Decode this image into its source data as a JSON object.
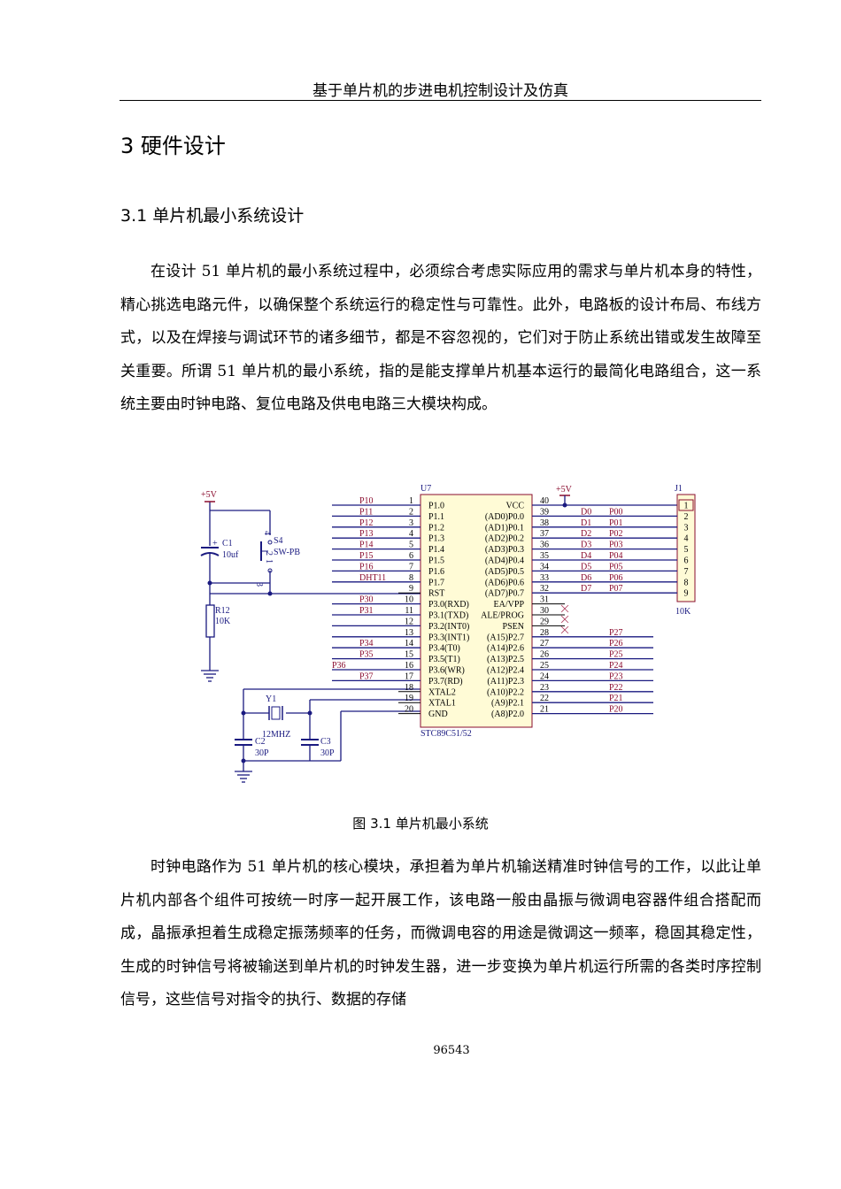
{
  "header": {
    "title": "基于单片机的步进电机控制设计及仿真"
  },
  "heading1": "3 硬件设计",
  "heading2": "3.1 单片机最小系统设计",
  "paragraph1": "在设计 51 单片机的最小系统过程中，必须综合考虑实际应用的需求与单片机本身的特性，精心挑选电路元件，以确保整个系统运行的稳定性与可靠性。此外，电路板的设计布局、布线方式，以及在焊接与调试环节的诸多细节，都是不容忽视的，它们对于防止系统出错或发生故障至关重要。所谓 51 单片机的最小系统，指的是能支撑单片机基本运行的最简化电路组合，这一系统主要由时钟电路、复位电路及供电电路三大模块构成。",
  "figure": {
    "caption": "图 3.1 单片机最小系统",
    "chip": {
      "ref": "U7",
      "part": "STC89C51/52",
      "left_pins": [
        {
          "num": "1",
          "name": "P1.0",
          "net": "P10"
        },
        {
          "num": "2",
          "name": "P1.1",
          "net": "P11"
        },
        {
          "num": "3",
          "name": "P1.2",
          "net": "P12"
        },
        {
          "num": "4",
          "name": "P1.3",
          "net": "P13"
        },
        {
          "num": "5",
          "name": "P1.4",
          "net": "P14"
        },
        {
          "num": "6",
          "name": "P1.5",
          "net": "P15"
        },
        {
          "num": "7",
          "name": "P1.6",
          "net": "P16"
        },
        {
          "num": "8",
          "name": "P1.7",
          "net": "DHT11"
        },
        {
          "num": "9",
          "name": "RST",
          "net": ""
        },
        {
          "num": "10",
          "name": "P3.0(RXD)",
          "net": "P30"
        },
        {
          "num": "11",
          "name": "P3.1(TXD)",
          "net": "P31"
        },
        {
          "num": "12",
          "name": "P3.2(INT0)",
          "net": ""
        },
        {
          "num": "13",
          "name": "P3.3(INT1)",
          "net": ""
        },
        {
          "num": "14",
          "name": "P3.4(T0)",
          "net": "P34"
        },
        {
          "num": "15",
          "name": "P3.5(T1)",
          "net": "P35"
        },
        {
          "num": "16",
          "name": "P3.6(WR)",
          "net": "P36"
        },
        {
          "num": "17",
          "name": "P3.7(RD)",
          "net": "P37"
        },
        {
          "num": "18",
          "name": "XTAL2",
          "net": ""
        },
        {
          "num": "19",
          "name": "XTAL1",
          "net": ""
        },
        {
          "num": "20",
          "name": "GND",
          "net": ""
        }
      ],
      "right_pins": [
        {
          "num": "40",
          "name": "VCC",
          "d": "",
          "net": ""
        },
        {
          "num": "39",
          "name": "(AD0)P0.0",
          "d": "D0",
          "net": "P00"
        },
        {
          "num": "38",
          "name": "(AD1)P0.1",
          "d": "D1",
          "net": "P01"
        },
        {
          "num": "37",
          "name": "(AD2)P0.2",
          "d": "D2",
          "net": "P02"
        },
        {
          "num": "36",
          "name": "(AD3)P0.3",
          "d": "D3",
          "net": "P03"
        },
        {
          "num": "35",
          "name": "(AD4)P0.4",
          "d": "D4",
          "net": "P04"
        },
        {
          "num": "34",
          "name": "(AD5)P0.5",
          "d": "D5",
          "net": "P05"
        },
        {
          "num": "33",
          "name": "(AD6)P0.6",
          "d": "D6",
          "net": "P06"
        },
        {
          "num": "32",
          "name": "(AD7)P0.7",
          "d": "D7",
          "net": "P07"
        },
        {
          "num": "31",
          "name": "EA/VPP",
          "d": "",
          "net": ""
        },
        {
          "num": "30",
          "name": "ALE/PROG",
          "d": "",
          "net": ""
        },
        {
          "num": "29",
          "name": "PSEN",
          "d": "",
          "net": ""
        },
        {
          "num": "28",
          "name": "(A15)P2.7",
          "d": "",
          "net": "P27"
        },
        {
          "num": "27",
          "name": "(A14)P2.6",
          "d": "",
          "net": "P26"
        },
        {
          "num": "26",
          "name": "(A13)P2.5",
          "d": "",
          "net": "P25"
        },
        {
          "num": "25",
          "name": "(A12)P2.4",
          "d": "",
          "net": "P24"
        },
        {
          "num": "24",
          "name": "(A11)P2.3",
          "d": "",
          "net": "P23"
        },
        {
          "num": "23",
          "name": "(A10)P2.2",
          "d": "",
          "net": "P22"
        },
        {
          "num": "22",
          "name": "(A9)P2.1",
          "d": "",
          "net": "P21"
        },
        {
          "num": "21",
          "name": "(A8)P2.0",
          "d": "",
          "net": "P20"
        }
      ]
    },
    "connector": {
      "ref": "J1",
      "value": "10K",
      "pins": [
        "1",
        "2",
        "3",
        "4",
        "5",
        "6",
        "7",
        "8",
        "9"
      ]
    },
    "power_label": "+5V",
    "c1": {
      "ref": "C1",
      "value": "10uf",
      "plus": "+"
    },
    "s4": {
      "ref": "S4",
      "value": "SW-PB",
      "pins": [
        "4",
        "1",
        "2",
        "3"
      ]
    },
    "r12": {
      "ref": "R12",
      "value": "10K"
    },
    "y1": {
      "ref": "Y1",
      "value": "12MHZ"
    },
    "c2": {
      "ref": "C2",
      "value": "30P"
    },
    "c3": {
      "ref": "C3",
      "value": "30P"
    }
  },
  "paragraph2": "时钟电路作为 51 单片机的核心模块，承担着为单片机输送精准时钟信号的工作，以此让单片机内部各个组件可按统一时序一起开展工作，该电路一般由晶振与微调电容器件组合搭配而成，晶振承担着生成稳定振荡频率的任务，而微调电容的用途是微调这一频率，稳固其稳定性，生成的时钟信号将被输送到单片机的时钟发生器，进一步变换为单片机运行所需的各类时序控制信号，这些信号对指令的执行、数据的存储",
  "page_number": "96543"
}
